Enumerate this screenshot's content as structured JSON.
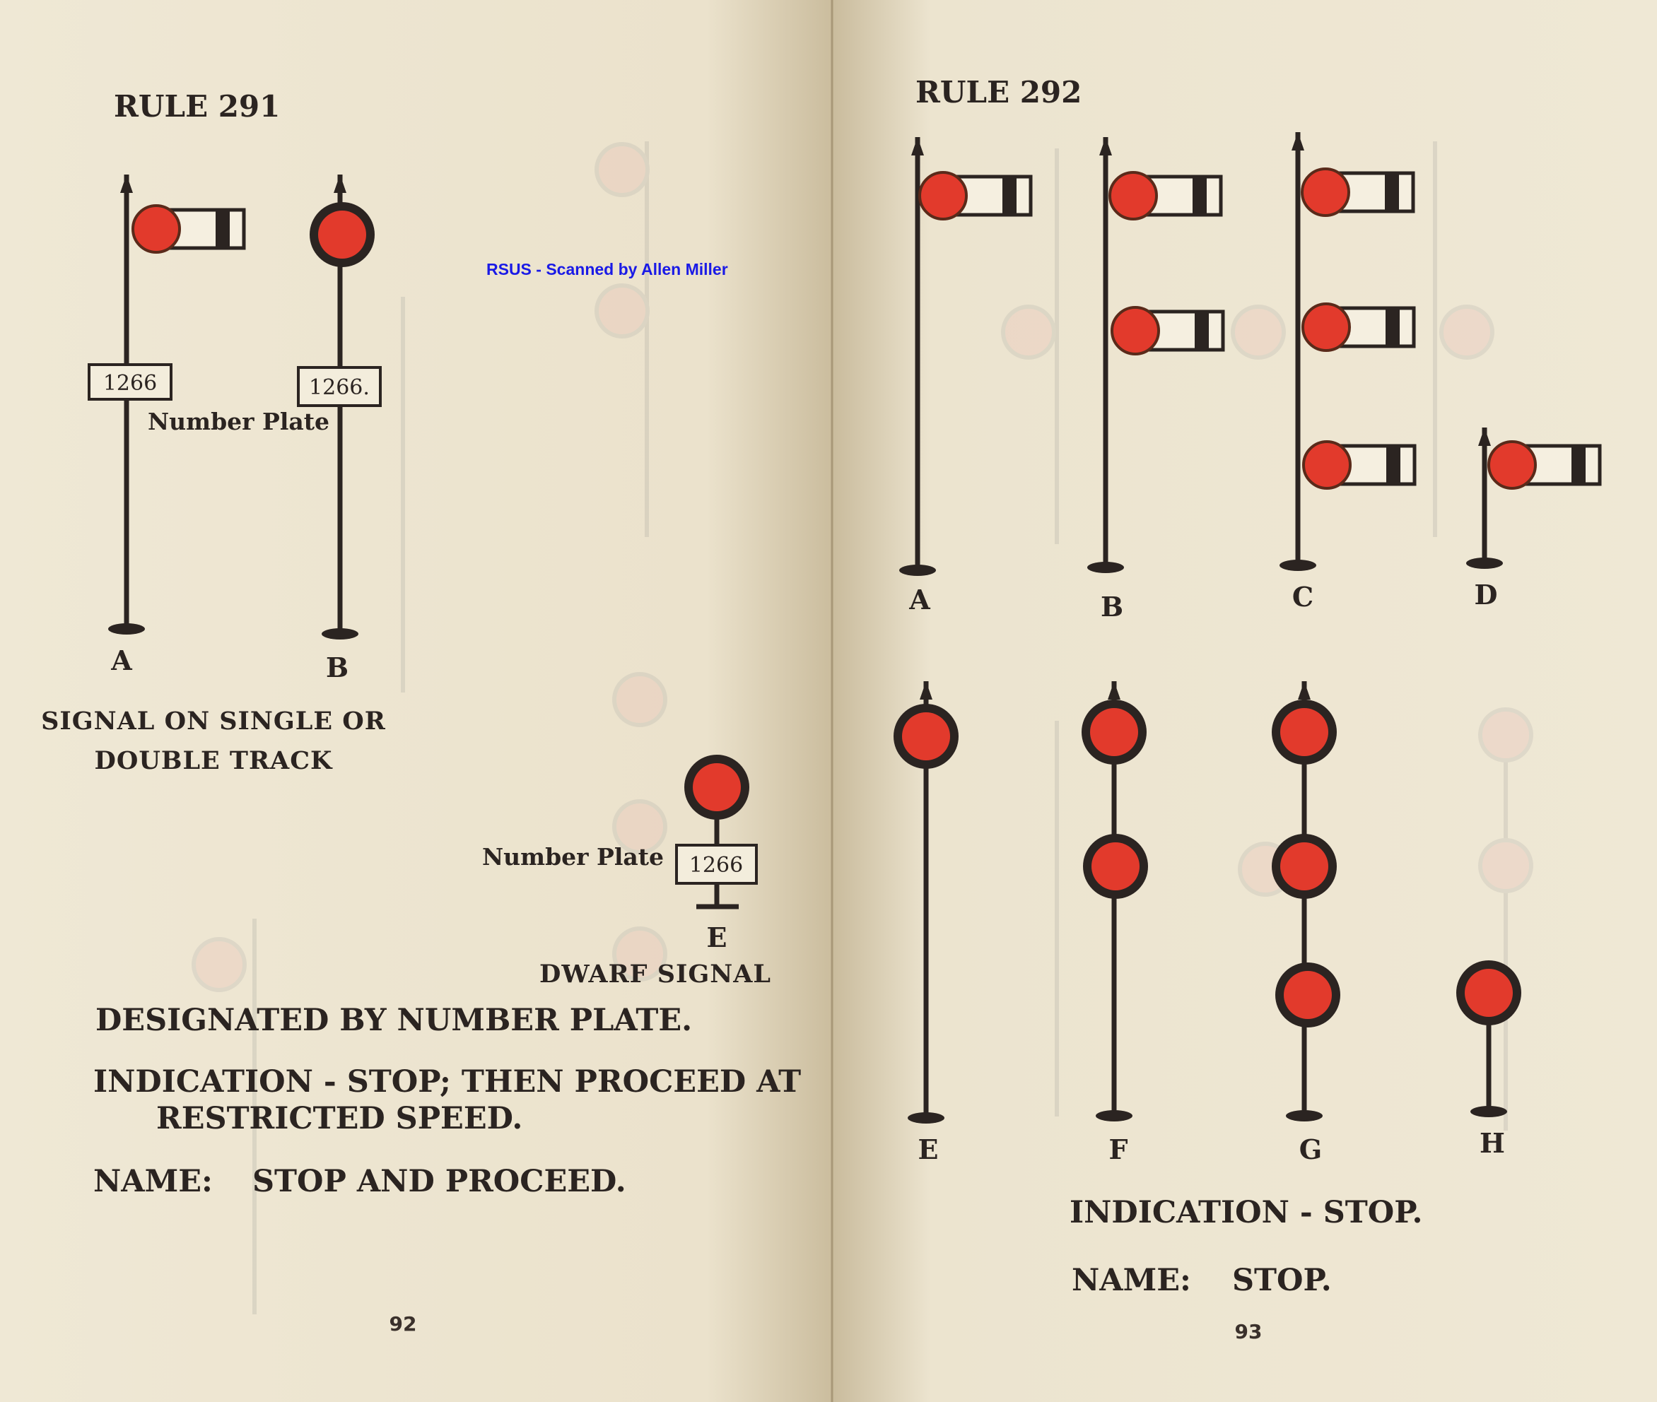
{
  "watermark": "RSUS - Scanned by Allen Miller",
  "left_page": {
    "title": "RULE 291",
    "signals": [
      {
        "label": "A",
        "plate": "1266"
      },
      {
        "label": "B",
        "plate": "1266."
      }
    ],
    "number_plate_label": "Number Plate",
    "caption_line1": "SIGNAL ON SINGLE OR",
    "caption_line2": "DOUBLE TRACK",
    "dwarf": {
      "label": "E",
      "plate": "1266",
      "number_plate_label": "Number Plate",
      "title": "DWARF SIGNAL"
    },
    "designated": "DESIGNATED BY NUMBER PLATE.",
    "indication_line1": "INDICATION - STOP; THEN PROCEED AT",
    "indication_line2": "RESTRICTED SPEED.",
    "name_label": "NAME:",
    "name_value": "STOP AND PROCEED.",
    "page_number": "92"
  },
  "right_page": {
    "title": "RULE 292",
    "signal_labels": [
      "A",
      "B",
      "C",
      "D",
      "E",
      "F",
      "G",
      "H"
    ],
    "indication": "INDICATION - STOP.",
    "name_label": "NAME:",
    "name_value": "STOP.",
    "page_number": "93"
  },
  "colors": {
    "page": "#efe8d5",
    "signal_red": "#e23a2c",
    "ink": "#2b2421"
  }
}
